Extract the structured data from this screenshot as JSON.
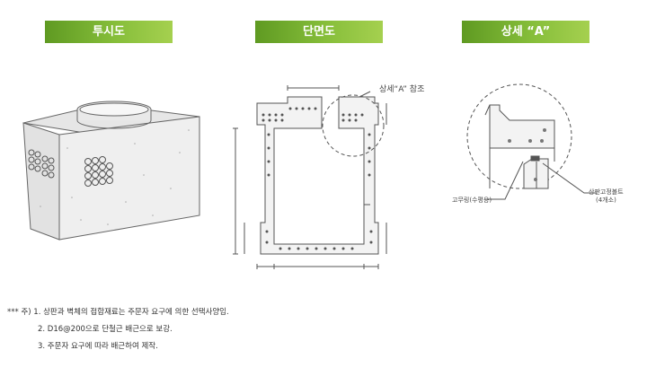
{
  "headers": {
    "perspective": "투시도",
    "section": "단면도",
    "detail": "상세 “A”"
  },
  "callouts": {
    "detail_ref": "상세“A” 참조",
    "left_tag": "고무링(수평용)",
    "right_tag": "상판고정볼트",
    "right_tag_sub": "(4개소)"
  },
  "notes": {
    "line1": "*** 주) 1. 상판과 벽체의 접합재료는 주문자 요구에 의한 선택사양임.",
    "line2": "2. D16@200으로 단철근 배근으로 보강.",
    "line3": "3. 주문자 요구에 따라 배근하여 제작."
  },
  "colors": {
    "header_green": "#7db534",
    "line": "#555555",
    "concrete": "#ececec"
  }
}
